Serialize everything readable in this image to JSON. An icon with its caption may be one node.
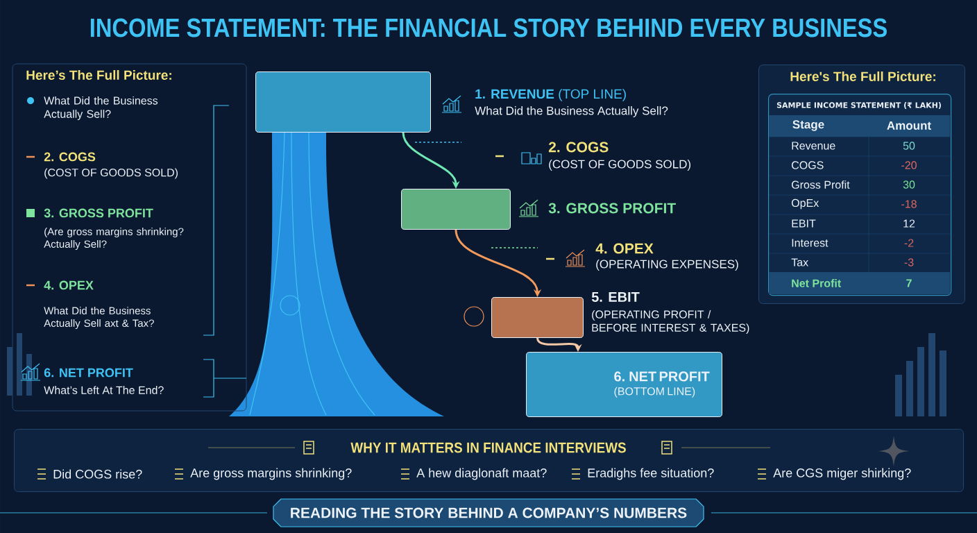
{
  "diagram": {
    "title": "INCOME STATEMENT: THE FINANCIAL STORY BEHIND EVERY BUSINESS",
    "nodes": [
      {
        "text": [
          "Here’s The Full Picture:",
          "What Did the Business Actually Sell?",
          "2. COGS",
          "(COST OF GOODS SOLD)",
          "3. GROSS PROFIT",
          "(Are gross margins shrinking? Actually Sell?",
          "4. OPEX",
          "What Did the Business Actually Sell axt & Tax?",
          "6. NET PROFIT",
          "What’s Left At The End?"
        ]
      },
      {
        "text": [],
        "shape": "box",
        "beside": [
          "**1. REVENUE** (TOP LINE)",
          "What Did the Business Actually Sell?"
        ]
      },
      {
        "text": [],
        "shape": "box",
        "beside": [
          "3. GROSS PROFIT"
        ]
      },
      {
        "text": [],
        "shape": "box",
        "beside": [
          "5. EBIT",
          "(OPERATING PROFIT / BEFORE INTEREST & TAXES)"
        ]
      },
      {
        "text": [
          "6. NET PROFIT",
          "(BOTTOM LINE)"
        ]
      },
      {
        "text": [
          "Here's The Full Picture:"
        ]
      },
      {
        "text": [
          "SAMPLE INCOME STATEMENT (₹ LAKH)"
        ],
        "in": 5
      },
      {
        "text": [
          "WHY IT MATTERS IN FINANCE INTERVIEWS",
          "Did COGS rise?",
          "Are gross margins shrinking?",
          "A hew diaglonaft maat?",
          "Eradighs fee situation?",
          "Are CGS miger shirking?"
        ]
      },
      {
        "text": [
          "READING THE STORY BEHIND A COMPANY’S NUMBERS"
        ]
      }
    ],
    "edges": [
      {
        "from": 1,
        "to": 2,
        "arrow": "to",
        "color": "#6fe8b4"
      },
      {
        "from": 2,
        "to": 3,
        "arrow": "to",
        "color": "#f29a5c"
      },
      {
        "from": 3,
        "to": 4,
        "arrow": "to",
        "color": "#f6c9a6"
      }
    ],
    "labels": [
      "2. COGS",
      "(COST OF GOODS SOLD)",
      "4. OPEX",
      "(OPERATING EXPENSES)",
      "Stage",
      "Amount",
      "Revenue",
      "50",
      "COGS",
      "-20",
      "Gross Profit",
      "30",
      "OpEx",
      "-18",
      "EBIT",
      "12",
      "Interest",
      "-2",
      "Tax",
      "-3",
      "Net Profit",
      "7"
    ]
  }
}
